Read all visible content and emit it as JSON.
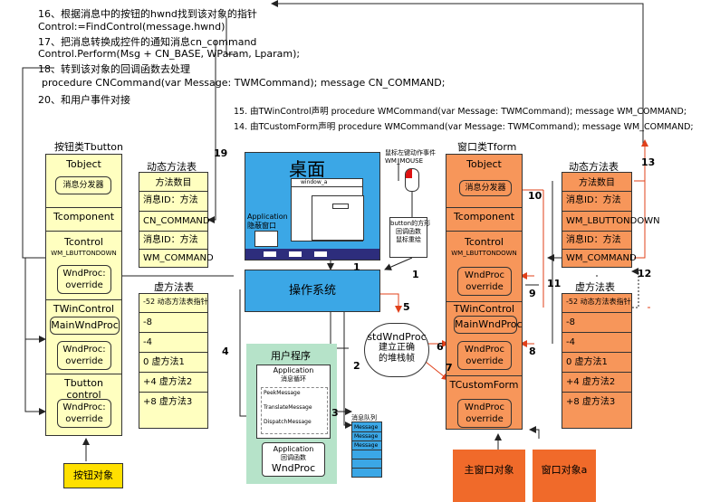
{
  "steps": {
    "s16": "16、根据消息中的按钮的hwnd找到该对象的指针",
    "s16b": "Control:=FindControl(message.hwnd)",
    "s17": "17、把消息转换成控件的通知消息cn_command",
    "s17b": "Control.Perform(Msg + CN_BASE, WParam, Lparam);",
    "s18": "18、转到该对象的回调函数去处理",
    "s18b": "procedure CNCommand(var Message: TWMCommand); message CN_COMMAND;",
    "s20": "20、和用户事件对接",
    "s15": "15. 由TWinControl声明    procedure WMCommand(var Message: TWMCommand); message WM_COMMAND;",
    "s14": "14. 由TCustomForm声明    procedure WMCommand(var Message: TWMCommand); message WM_COMMAND;"
  },
  "left": {
    "title": "按钮类Tbutton",
    "tobject": "Tobject",
    "dispatcher": "消息分发器",
    "tcomponent": "Tcomponent",
    "tcontrol": "Tcontrol",
    "wm_lbuttondown": "WM_LBUTTONDOWN",
    "wndproc_override": "WndProc:\noverride",
    "twincontrol": "TWinControl",
    "mainwndproc": "MainWndProc",
    "wndproc_override2": "WndProc:\noverride",
    "tbutton_control": "Tbutton control",
    "wndproc_override3": "WndProc:\noverride",
    "object_label": "按钮对象"
  },
  "left_dyn": {
    "title": "动态方法表",
    "rows": [
      "方法数目",
      "消息ID：方法",
      "CN_COMMAND",
      "消息ID：方法",
      "WM_COMMAND"
    ]
  },
  "left_virt": {
    "title": "虚方法表",
    "rows": [
      "-52 动态方法表指针",
      "-8",
      "-4",
      "0    虚方法1",
      "+4  虚方法2",
      "+8  虚方法3"
    ]
  },
  "desktop": {
    "title": "桌面",
    "window_a": "window_a",
    "application": "Application",
    "hidden_window": "隐蔽窗口",
    "mouse_event": "鼠标左键动作事件\nWM_MOUSE"
  },
  "callout": {
    "text": "button的方形\n回调函数\n鼠标重绘"
  },
  "os": {
    "label": "操作系统"
  },
  "std": {
    "title": "stdWndProc",
    "desc": "建立正确\n的堆栈帧"
  },
  "user": {
    "title": "用户程序",
    "app1": "Application",
    "loop": "消息循环",
    "peek": "PeekMessage",
    "translate": "TranslateMessage",
    "dispatch": "DispatchMessage",
    "app2": "Application",
    "callback": "回调函数",
    "wndproc": "WndProc"
  },
  "queue": {
    "title": "消息队列",
    "item": "Message"
  },
  "right": {
    "title": "窗口类Tform",
    "tobject": "Tobject",
    "dispatcher": "消息分发器",
    "tcomponent": "Tcomponent",
    "tcontrol": "Tcontrol",
    "wm_lbuttondown": "WM_LBUTTONDOWN",
    "wndproc_override": "WndProc\noverride",
    "twincontrol": "TWinControl",
    "mainwndproc": "MainWndProc",
    "wndproc_override2": "WndProc\noverride",
    "tcustomform": "TCustomForm",
    "wndproc_override3": "WndProc\noverride",
    "main_obj": "主窗口对象",
    "obj_a": "窗口对象a"
  },
  "right_dyn": {
    "title": "动态方法表",
    "rows": [
      "方法数目",
      "消息ID：方法",
      "WM_LBUTTONDOWN",
      "消息ID：方法",
      "WM_COMMAND"
    ]
  },
  "right_virt": {
    "title": "虚方法表",
    "rows": [
      "-52 动态方法表指针",
      "-8",
      "-4",
      "0    虚方法1",
      "+4  虚方法2",
      "+8  虚方法3"
    ]
  },
  "nums": {
    "n1a": "1",
    "n1b": "1",
    "n2": "2",
    "n3": "3",
    "n4": "4",
    "n5": "5",
    "n6": "6",
    "n7": "7",
    "n8": "8",
    "n9": "9",
    "n10": "10",
    "n11": "11",
    "n12": "12",
    "n13": "13",
    "n19": "19"
  }
}
